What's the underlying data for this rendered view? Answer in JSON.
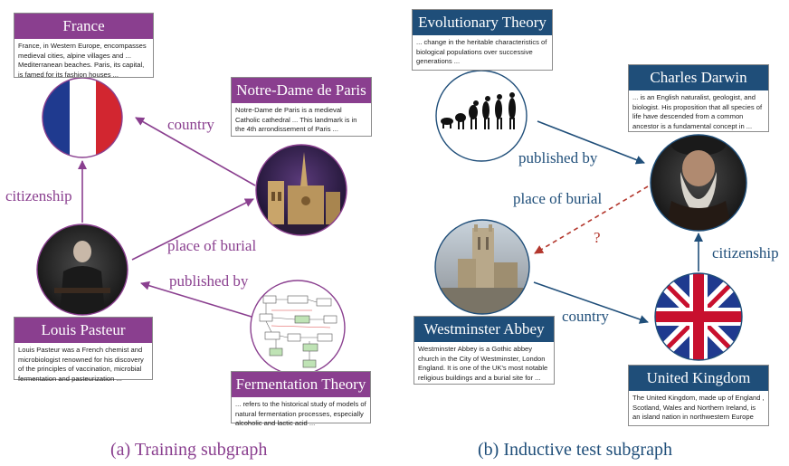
{
  "colors": {
    "training": "#8a3f8f",
    "test": "#1f4e79",
    "missing_link": "#b3372d"
  },
  "training": {
    "caption": "(a) Training subgraph",
    "nodes": {
      "france": {
        "title": "France",
        "text": "France, in Western Europe, encompasses medieval cities, alpine villages and ... Mediterranean beaches. Paris, its capital, is famed for its fashion houses ...",
        "image": "french-flag"
      },
      "notre_dame": {
        "title": "Notre-Dame de Paris",
        "text": "Notre-Dame de Paris is a medieval Catholic cathedral ... This landmark is in the 4th arrondissement of Paris ...",
        "image": "cathedral-photo"
      },
      "pasteur": {
        "title": "Louis Pasteur",
        "text": "Louis Pasteur was a French chemist and microbiologist renowned for his discovery of the principles of vaccination, microbial fermentation and pasteurization ...",
        "image": "portrait-photo"
      },
      "fermentation": {
        "title": "Fermentation Theory",
        "text": "... refers to the historical study of models of natural fermentation processes, especially alcoholic and lactic acid ...",
        "image": "pathway-diagram"
      }
    },
    "edges": {
      "country": "country",
      "citizenship": "citizenship",
      "place_of_burial": "place of burial",
      "published_by": "published by"
    }
  },
  "test": {
    "caption": "(b) Inductive test subgraph",
    "nodes": {
      "evolution": {
        "title": "Evolutionary Theory",
        "text": "... change in the heritable characteristics of biological populations over successive generations ...",
        "image": "evolution-silhouettes"
      },
      "darwin": {
        "title": "Charles Darwin",
        "text": "... is an English naturalist, geologist, and biologist. His proposition that all species of life have descended from a common ancestor is a fundamental concept in ...",
        "image": "portrait-photo"
      },
      "westminster": {
        "title": "Westminster Abbey",
        "text": "Westminster Abbey is a Gothic abbey church in the City of Westminster, London England. It is one of the UK's most notable religious buildings and a burial site for ...",
        "image": "abbey-photo"
      },
      "uk": {
        "title": "United Kingdom",
        "text": "The United Kingdom, made up of England , Scotland, Wales and Northern Ireland, is an island nation in northwestern Europe",
        "image": "union-jack"
      }
    },
    "edges": {
      "published_by": "published by",
      "place_of_burial": "place of burial",
      "unknown": "?",
      "country": "country",
      "citizenship": "citizenship"
    }
  }
}
